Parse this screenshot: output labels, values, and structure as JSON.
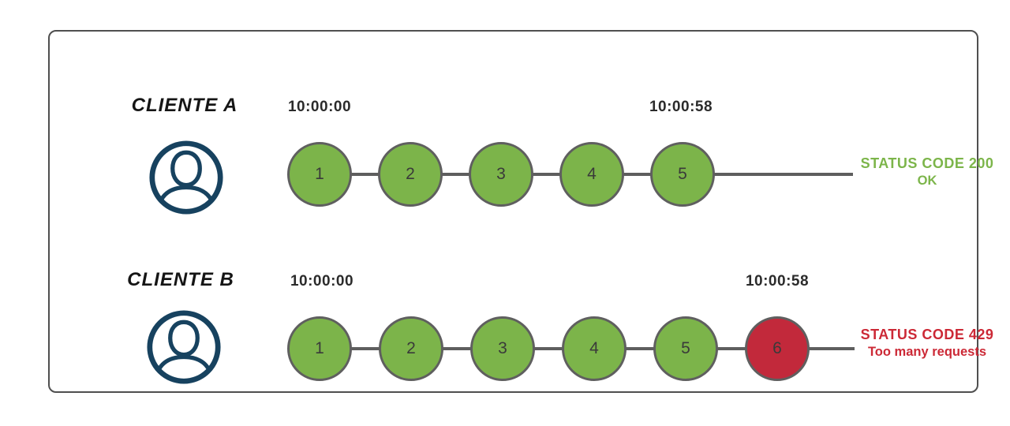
{
  "colors": {
    "box_border": "#4f4f4f",
    "circle_green": "#7CB44A",
    "circle_red": "#C2293B",
    "circle_border": "#5f5f5f",
    "timeline_line": "#5e5e5e",
    "status_ok_text": "#7CB54A",
    "status_error_text": "#CC2936",
    "avatar_navy": "#17425F",
    "timestamp_text": "#2b2b2b"
  },
  "rows": [
    {
      "client_label": "CLIENTE A",
      "start_time": "10:00:00",
      "end_time": "10:00:58",
      "requests": [
        {
          "n": "1",
          "status": "ok"
        },
        {
          "n": "2",
          "status": "ok"
        },
        {
          "n": "3",
          "status": "ok"
        },
        {
          "n": "4",
          "status": "ok"
        },
        {
          "n": "5",
          "status": "ok"
        }
      ],
      "status": {
        "line1": "STATUS CODE 200",
        "line2": "OK",
        "type": "ok"
      }
    },
    {
      "client_label": "CLIENTE B",
      "start_time": "10:00:00",
      "end_time": "10:00:58",
      "requests": [
        {
          "n": "1",
          "status": "ok"
        },
        {
          "n": "2",
          "status": "ok"
        },
        {
          "n": "3",
          "status": "ok"
        },
        {
          "n": "4",
          "status": "ok"
        },
        {
          "n": "5",
          "status": "ok"
        },
        {
          "n": "6",
          "status": "error"
        }
      ],
      "status": {
        "line1": "STATUS CODE 429",
        "line2": "Too many requests",
        "type": "error"
      }
    }
  ]
}
